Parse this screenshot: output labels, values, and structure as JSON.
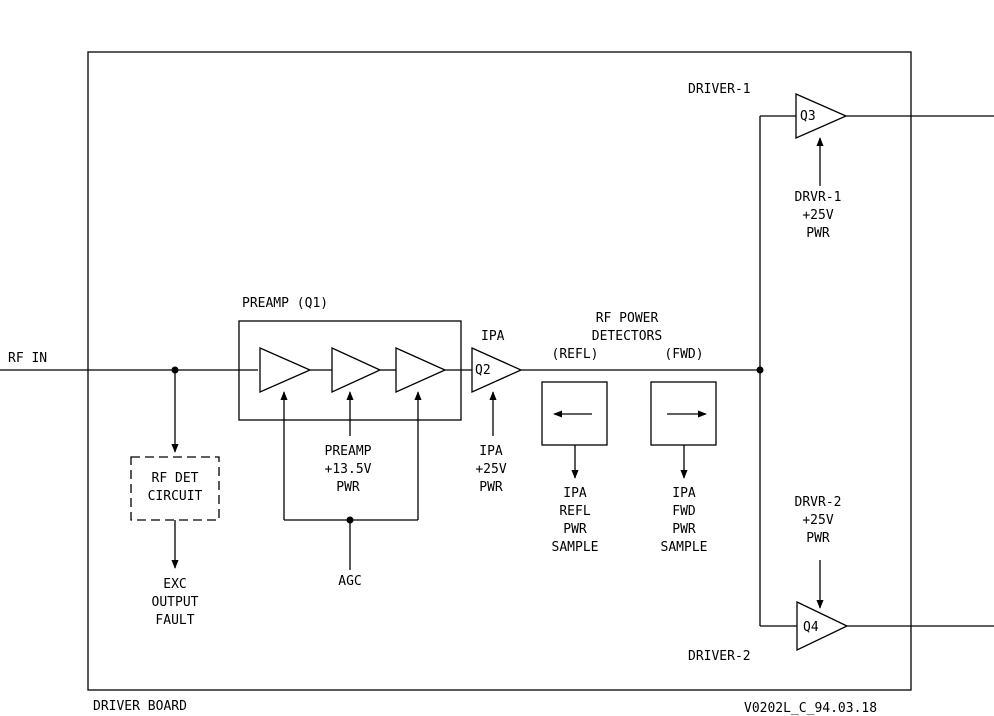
{
  "labels": {
    "rf_in": "RF IN",
    "preamp_title": "PREAMP (Q1)",
    "ipa_title": "IPA",
    "q2": "Q2",
    "rf_power_1": "RF POWER",
    "rf_power_2": "DETECTORS",
    "refl": "(REFL)",
    "fwd": "(FWD)",
    "driver1": "DRIVER-1",
    "driver2": "DRIVER-2",
    "q3": "Q3",
    "q4": "Q4",
    "drvr1_pwr": [
      "DRVR-1",
      "+25V",
      "PWR"
    ],
    "drvr2_pwr": [
      "DRVR-2",
      "+25V",
      "PWR"
    ],
    "preamp_pwr": [
      "PREAMP",
      "+13.5V",
      "PWR"
    ],
    "ipa_pwr": [
      "IPA",
      "+25V",
      "PWR"
    ],
    "refl_sample": [
      "IPA",
      "REFL",
      "PWR",
      "SAMPLE"
    ],
    "fwd_sample": [
      "IPA",
      "FWD",
      "PWR",
      "SAMPLE"
    ],
    "rf_det": [
      "RF DET",
      "CIRCUIT"
    ],
    "exc_fault": [
      "EXC",
      "OUTPUT",
      "FAULT"
    ],
    "agc": "AGC",
    "board": "DRIVER BOARD",
    "drawing_id": "V0202L_C_94.03.18"
  }
}
